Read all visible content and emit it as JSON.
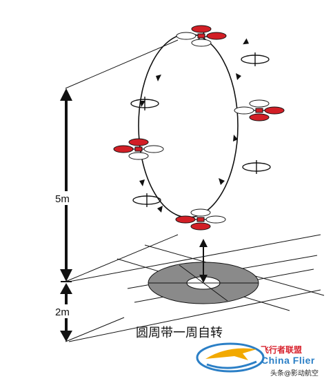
{
  "caption": "圆周带一周自转",
  "labels": {
    "height_upper": "5m",
    "height_lower": "2m"
  },
  "watermark": {
    "brand": "飞行者联盟",
    "brand_latin": "China Flier",
    "source": "头条@影动航空"
  },
  "colors": {
    "rotor_red": "#d21f26",
    "line": "#111111",
    "pad_gray": "#8a8a8a",
    "logo_blue": "#2b7fc6"
  }
}
